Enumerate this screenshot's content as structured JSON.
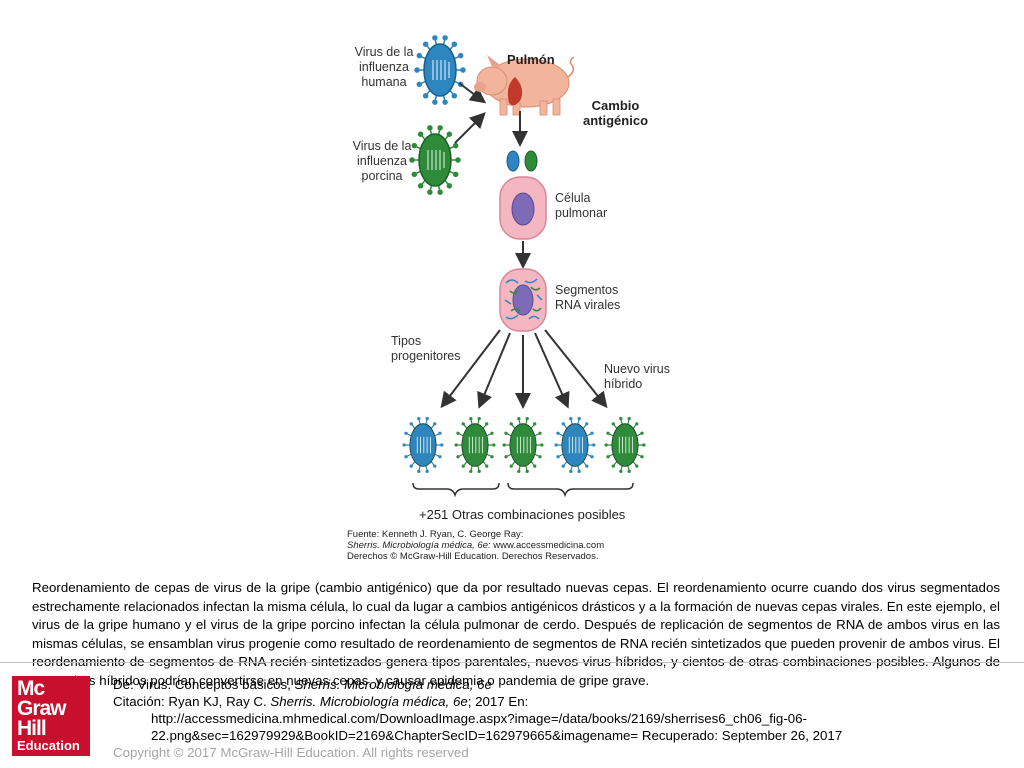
{
  "figure": {
    "labels": {
      "human_virus": [
        "Virus de la",
        "influenza",
        "humana"
      ],
      "swine_virus": [
        "Virus de la",
        "influenza",
        "porcina"
      ],
      "lung": "Pulmón",
      "antigenic_shift": [
        "Cambio",
        "antigénico"
      ],
      "lung_cell": [
        "Célula",
        "pulmonar"
      ],
      "rna_segments": [
        "Segmentos",
        "RNA virales"
      ],
      "parent_types": [
        "Tipos",
        "progenitores"
      ],
      "new_hybrid": [
        "Nuevo virus",
        "híbrido"
      ],
      "other_combinations": "+251 Otras combinaciones posibles"
    },
    "source": {
      "line1": "Fuente: Kenneth J. Ryan, C. George Ray:",
      "line2_italic": "Sherris. Microbiología médica, 6e:",
      "line2_rest": " www.accessmedicina.com",
      "line3": "Derechos © McGraw-Hill Education. Derechos Reservados."
    },
    "colors": {
      "human_virus": "#2e86c1",
      "swine_virus": "#2e8b3a",
      "cell": "#f4b6c0",
      "nucleus": "#7d6bb8",
      "pig": "#f2b49a",
      "lung": "#c0392b"
    }
  },
  "caption": "Reordenamiento de cepas de virus de la gripe (cambio antigénico) que da por resultado nuevas cepas. El reordenamiento ocurre cuando dos virus segmentados estrechamente relacionados infectan la misma célula, lo cual da lugar a cambios antigénicos drásticos y a la formación de nuevas cepas virales. En este ejemplo, el virus de la gripe humano y el virus de la gripe porcino infectan la célula pulmonar de cerdo. Después de replicación de segmentos de RNA de ambos virus en las mismas células, se ensamblan virus progenie como resultado de reordenamiento de segmentos de RNA recién sintetizados que pueden provenir de ambos virus. El reordenamiento de segmentos de RNA recién sintetizados genera tipos parentales, nuevos virus híbridos, y cientos de otras combinaciones posibles. Algunos de estos virus híbridos podrían convertirse en nuevas cepas, y causar epidemia o pandemia de gripe grave.",
  "logo": {
    "line1": "Mc",
    "line2": "Graw",
    "line3": "Hill",
    "line4": "Education"
  },
  "citation": {
    "from_prefix": "De: Virus. Conceptos básicos, ",
    "from_book": "Sherris. Microbiología médica, 6e",
    "cite_prefix": "Citación: Ryan KJ, Ray C. ",
    "cite_book": "Sherris. Microbiología médica, 6e",
    "cite_suffix": "; 2017 En:",
    "url1": "http://accessmedicina.mhmedical.com/DownloadImage.aspx?image=/data/books/2169/sherrises6_ch06_fig-06-",
    "url2": "22.png&sec=162979929&BookID=2169&ChapterSecID=162979665&imagename= Recuperado: September 26, 2017"
  },
  "copyright": "Copyright © 2017 McGraw-Hill Education. All rights reserved"
}
